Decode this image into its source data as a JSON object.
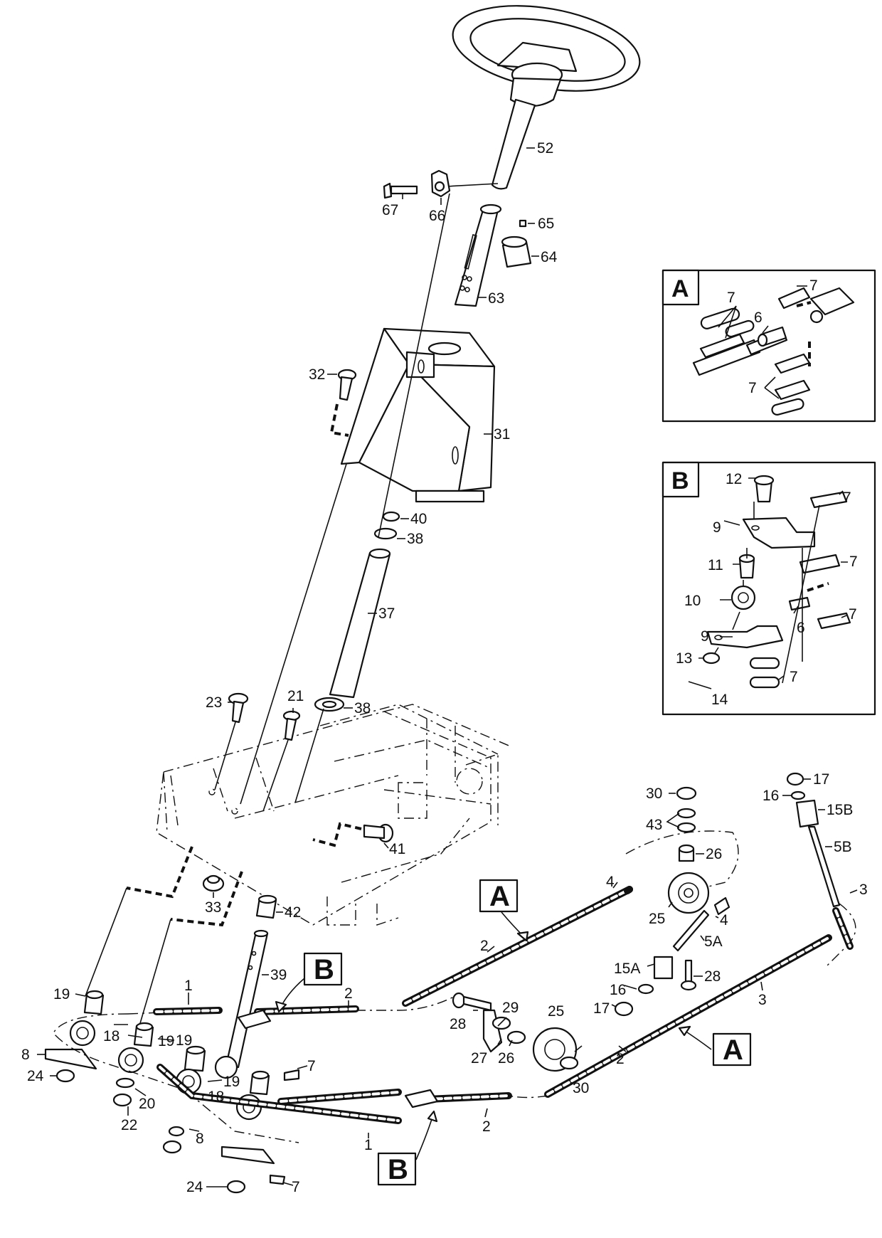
{
  "labels": {
    "l52": "52",
    "l67": "67",
    "l66": "66",
    "l65": "65",
    "l64": "64",
    "l63": "63",
    "l32": "32",
    "l31": "31",
    "l40": "40",
    "l38a": "38",
    "l37": "37",
    "l38b": "38",
    "l23": "23",
    "l21": "21",
    "l41": "41",
    "l33": "33",
    "l42": "42",
    "l39": "39",
    "l19a": "19",
    "l19b": "19",
    "l19c": "19",
    "l19d": "19",
    "l18a": "18",
    "l18b": "18",
    "l8a": "8",
    "l8b": "8",
    "l24a": "24",
    "l24b": "24",
    "l20": "20",
    "l22": "22",
    "l7a": "7",
    "l7b": "7",
    "l1a": "1",
    "l1b": "1",
    "l2a": "2",
    "l2b": "2",
    "l2c": "2",
    "l2d": "2",
    "l3a": "3",
    "l3b": "3",
    "l4a": "4",
    "l4b": "4",
    "l30a": "30",
    "l30b": "30",
    "l43": "43",
    "l26a": "26",
    "l26b": "26",
    "l25a": "25",
    "l25b": "25",
    "l5a": "5A",
    "l15a": "15A",
    "l16a": "16",
    "l17a": "17",
    "l28a": "28",
    "l28b": "28",
    "l29": "29",
    "l27": "27",
    "l17b": "17",
    "l16b": "16",
    "l15b": "15B",
    "l5b": "5B"
  },
  "callouts": {
    "a1": "A",
    "a2": "A",
    "b1": "B",
    "b2": "B"
  },
  "detail_a": {
    "title": "A",
    "labels": {
      "d7a": "7",
      "d7b": "7",
      "d7c": "7",
      "d6": "6"
    }
  },
  "detail_b": {
    "title": "B",
    "labels": {
      "e12": "12",
      "e7a": "7",
      "e9a": "9",
      "e11": "11",
      "e7b": "7",
      "e10": "10",
      "e6": "6",
      "e7c": "7",
      "e9b": "9",
      "e13": "13",
      "e7d": "7",
      "e14": "14"
    }
  }
}
